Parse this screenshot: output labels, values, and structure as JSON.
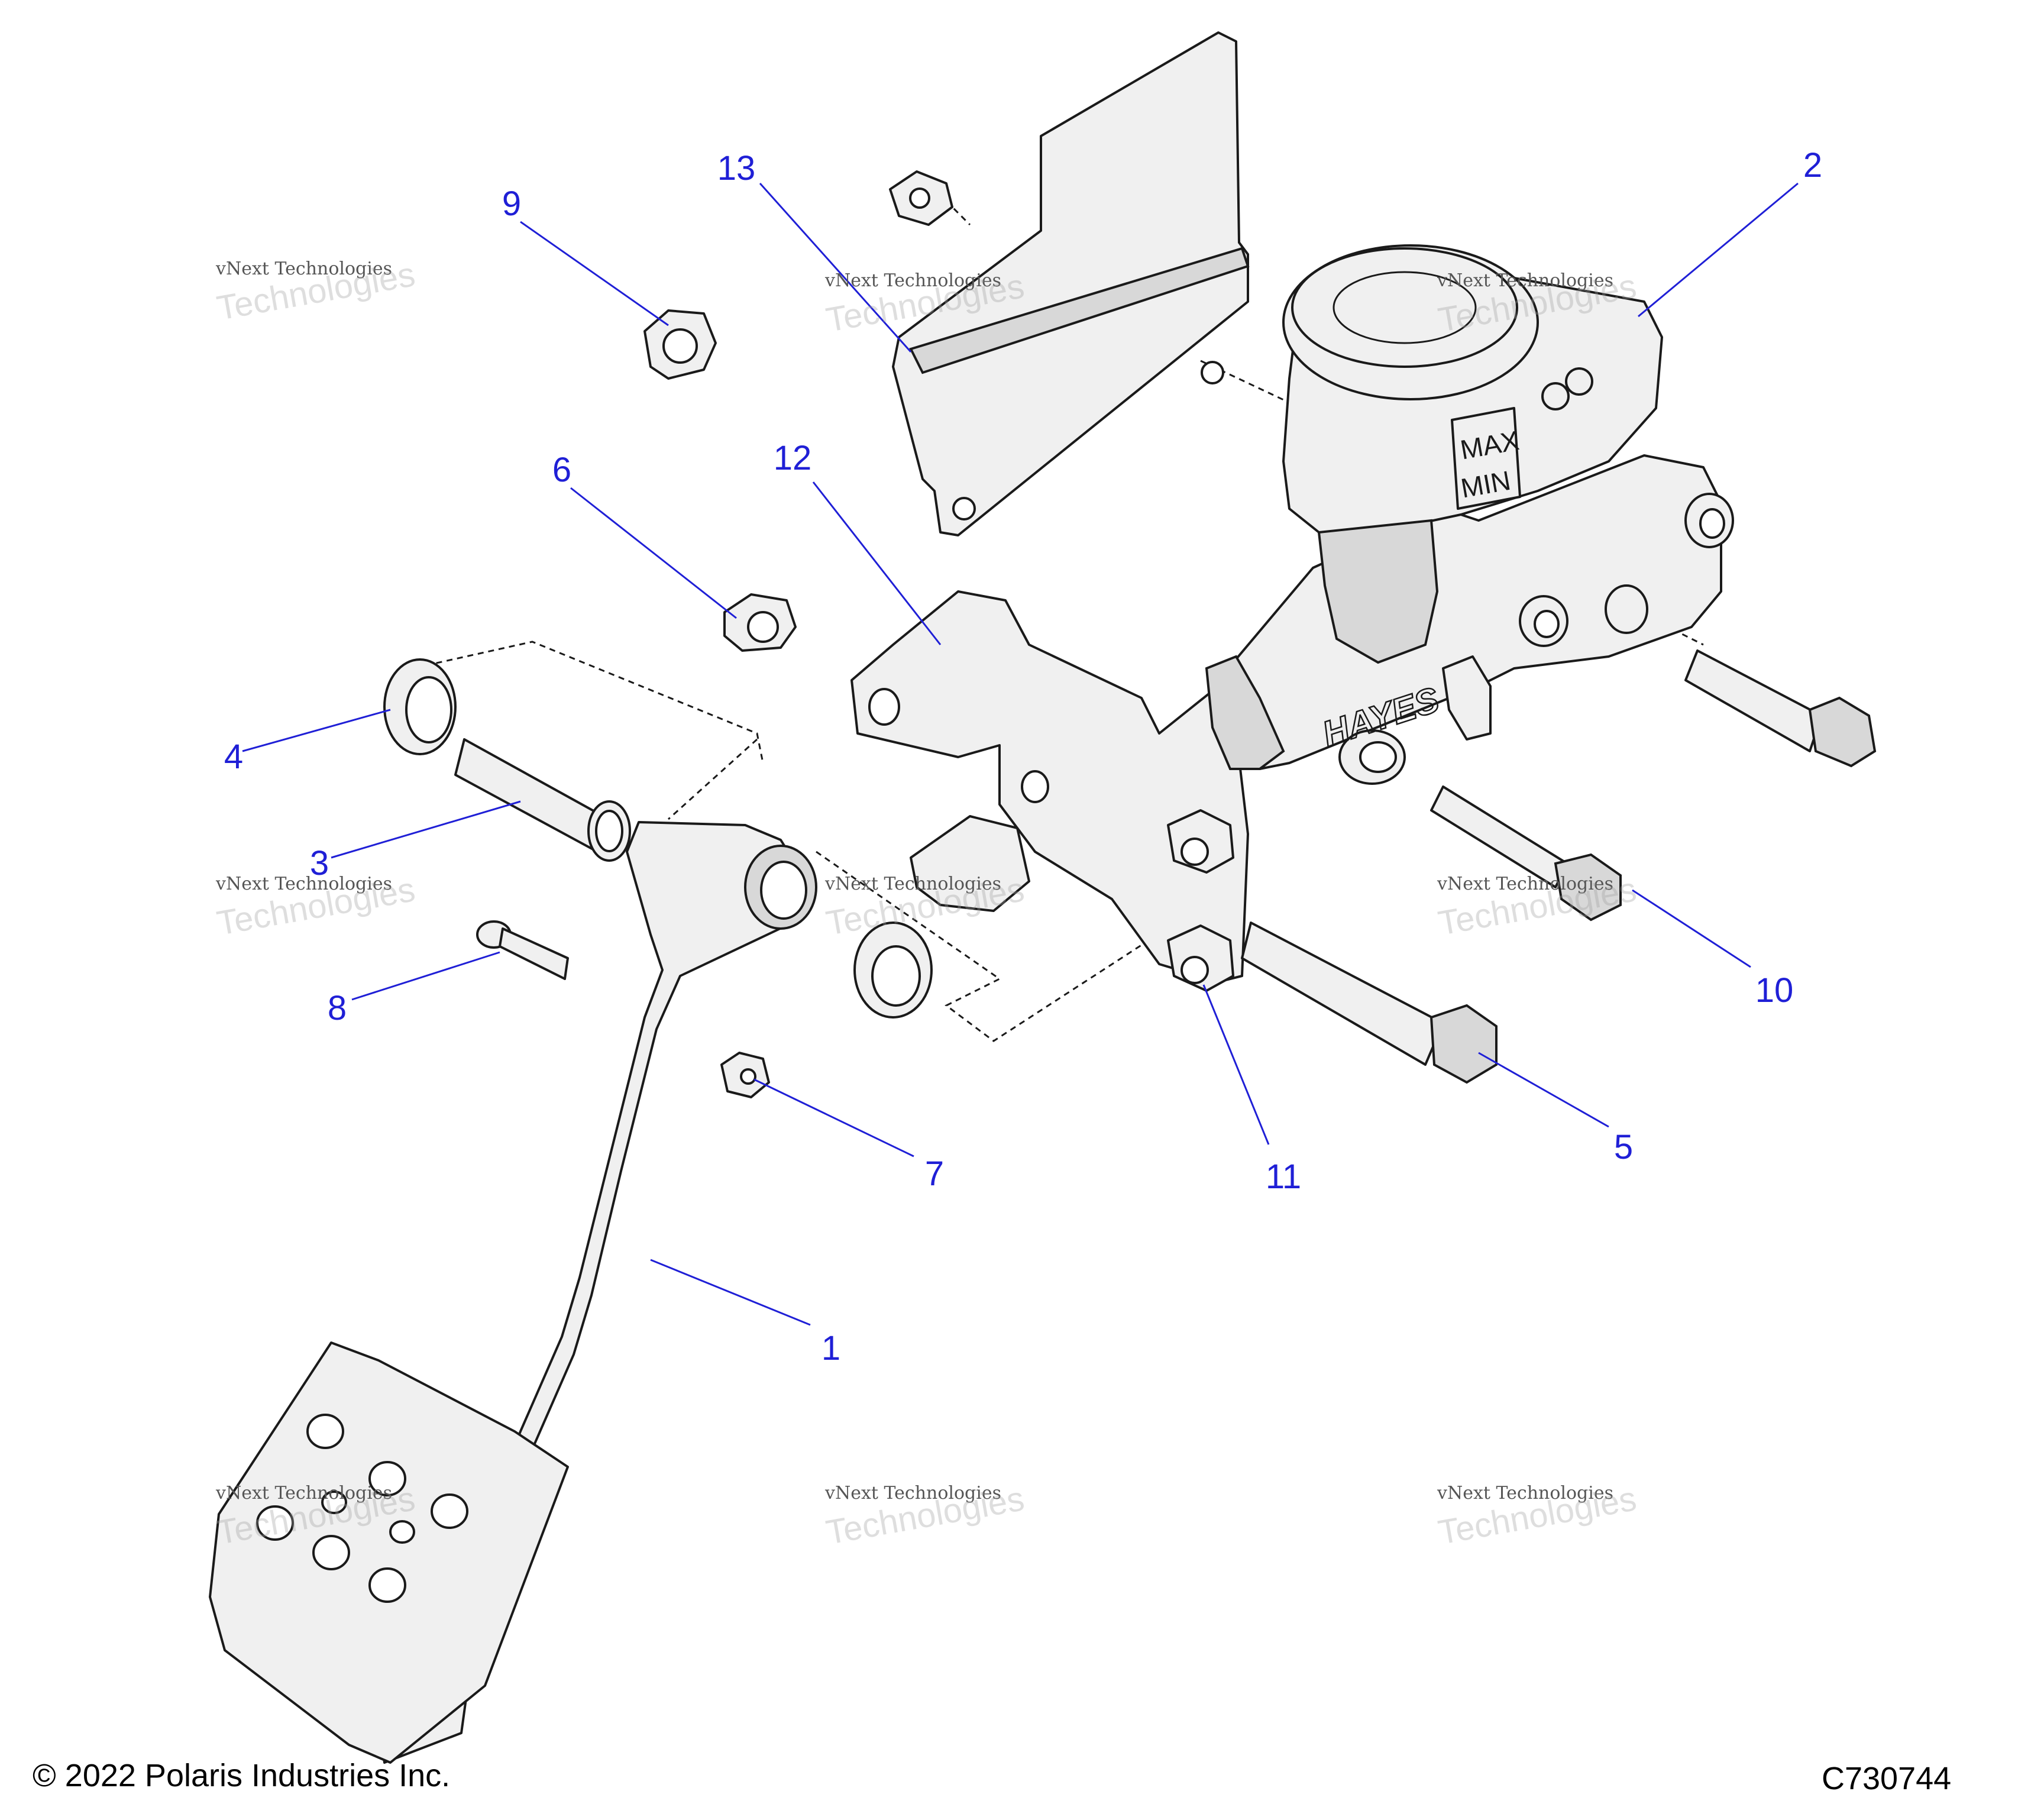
{
  "callouts": {
    "c1": "1",
    "c2": "2",
    "c3": "3",
    "c4": "4",
    "c5": "5",
    "c6": "6",
    "c7": "7",
    "c8": "8",
    "c9": "9",
    "c10": "10",
    "c11": "11",
    "c12": "12",
    "c13": "13"
  },
  "watermark": {
    "line1": "vNext Technologies",
    "line2": "Technologies"
  },
  "reservoir_marks": {
    "max": "MAX",
    "min": "MIN"
  },
  "brand_mark": "HAYES",
  "footer": {
    "copyright": "© 2022 Polaris Industries Inc.",
    "figure_id": "C730744"
  },
  "colors": {
    "callout": "#1f1fd6",
    "line_art": "#1a1a1a",
    "part_fill": "#f0f0f0"
  }
}
